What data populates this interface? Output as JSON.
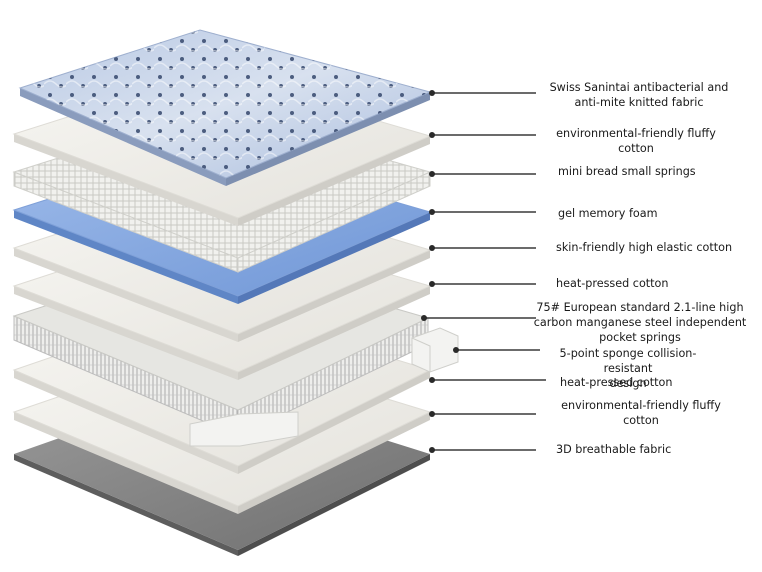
{
  "diagram": {
    "layers": [
      {
        "lines": [
          "Swiss Sanintai antibacterial and",
          "anti-mite knitted fabric"
        ]
      },
      {
        "lines": [
          "environmental-friendly fluffy",
          "cotton"
        ]
      },
      {
        "lines": [
          "mini bread small springs"
        ]
      },
      {
        "lines": [
          "gel memory foam"
        ]
      },
      {
        "lines": [
          "skin-friendly high elastic cotton"
        ]
      },
      {
        "lines": [
          "heat-pressed cotton"
        ]
      },
      {
        "lines": [
          "75# European standard 2.1-line high",
          "carbon manganese steel independent",
          "pocket springs"
        ]
      },
      {
        "lines": [
          "5-point sponge collision-resistant",
          "design"
        ]
      },
      {
        "lines": [
          "heat-pressed cotton"
        ]
      },
      {
        "lines": [
          "environmental-friendly fluffy",
          "cotton"
        ]
      },
      {
        "lines": [
          "3D breathable fabric"
        ]
      }
    ]
  }
}
